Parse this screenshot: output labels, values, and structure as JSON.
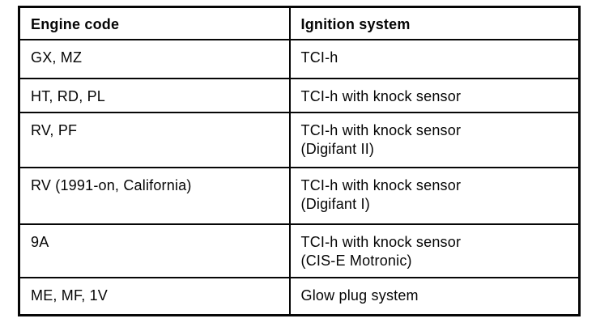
{
  "table": {
    "columns": [
      "Engine code",
      "Ignition system"
    ],
    "rows": [
      {
        "engine_code": "GX, MZ",
        "ignition_system": "TCI-h"
      },
      {
        "engine_code": "HT, RD, PL",
        "ignition_system": "TCI-h with knock sensor"
      },
      {
        "engine_code": "RV, PF",
        "ignition_system": "TCI-h with knock sensor\n(Digifant II)"
      },
      {
        "engine_code": "RV (1991-on, California)",
        "ignition_system": "TCI-h with knock sensor\n(Digifant I)"
      },
      {
        "engine_code": "9A",
        "ignition_system": "TCI-h with knock sensor\n(CIS-E Motronic)"
      },
      {
        "engine_code": "ME, MF, 1V",
        "ignition_system": "Glow plug system"
      }
    ]
  }
}
